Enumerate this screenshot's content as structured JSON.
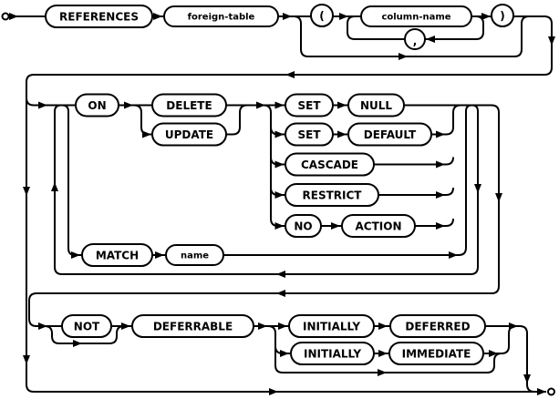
{
  "diagram": {
    "kind": "railroad-syntax-diagram",
    "colors": {
      "line": "#000000",
      "background": "#ffffff",
      "text": "#000000"
    },
    "nodes": {
      "references": {
        "label": "REFERENCES",
        "kind": "keyword"
      },
      "foreign_table": {
        "label": "foreign-table",
        "kind": "nonterminal"
      },
      "open_paren": {
        "label": "(",
        "kind": "punctuation"
      },
      "column_name": {
        "label": "column-name",
        "kind": "nonterminal"
      },
      "comma": {
        "label": ",",
        "kind": "punctuation"
      },
      "close_paren": {
        "label": ")",
        "kind": "punctuation"
      },
      "on": {
        "label": "ON",
        "kind": "keyword"
      },
      "delete": {
        "label": "DELETE",
        "kind": "keyword"
      },
      "update": {
        "label": "UPDATE",
        "kind": "keyword"
      },
      "set1": {
        "label": "SET",
        "kind": "keyword"
      },
      "null": {
        "label": "NULL",
        "kind": "keyword"
      },
      "set2": {
        "label": "SET",
        "kind": "keyword"
      },
      "default": {
        "label": "DEFAULT",
        "kind": "keyword"
      },
      "cascade": {
        "label": "CASCADE",
        "kind": "keyword"
      },
      "restrict": {
        "label": "RESTRICT",
        "kind": "keyword"
      },
      "no": {
        "label": "NO",
        "kind": "keyword"
      },
      "action": {
        "label": "ACTION",
        "kind": "keyword"
      },
      "match": {
        "label": "MATCH",
        "kind": "keyword"
      },
      "name": {
        "label": "name",
        "kind": "nonterminal"
      },
      "not": {
        "label": "NOT",
        "kind": "keyword"
      },
      "deferrable": {
        "label": "DEFERRABLE",
        "kind": "keyword"
      },
      "initially1": {
        "label": "INITIALLY",
        "kind": "keyword"
      },
      "deferred": {
        "label": "DEFERRED",
        "kind": "keyword"
      },
      "initially2": {
        "label": "INITIALLY",
        "kind": "keyword"
      },
      "immediate": {
        "label": "IMMEDIATE",
        "kind": "keyword"
      }
    }
  }
}
